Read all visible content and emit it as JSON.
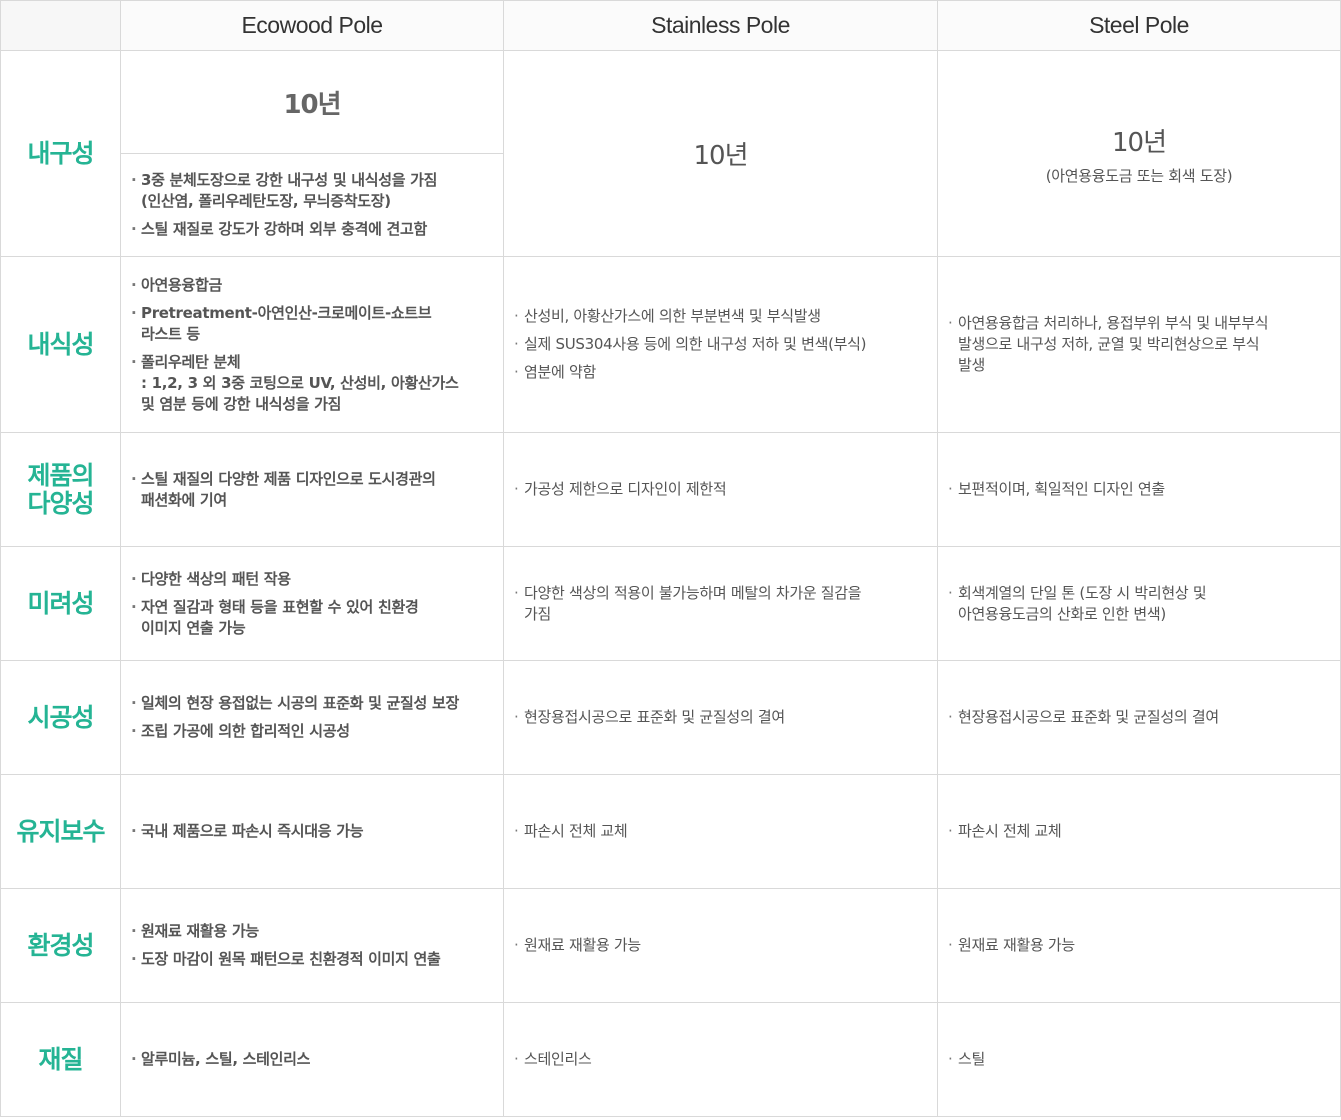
{
  "columns": {
    "ecowood": "Ecowood Pole",
    "stainless": "Stainless Pole",
    "steel": "Steel Pole"
  },
  "rows": {
    "durability": {
      "label": "내구성",
      "eco_head": "10년",
      "eco": [
        "3중 분체도장으로 강한 내구성 및 내식성을 가짐\n(인산염, 폴리우레탄도장, 무늬증착도장)",
        "스틸 재질로 강도가 강하며 외부 충격에 견고함"
      ],
      "stainless_head": "10년",
      "steel_head": "10년",
      "steel_sub": "(아연용융도금 또는 회색 도장)"
    },
    "corrosion": {
      "label": "내식성",
      "eco": [
        "아연용융합금",
        "Pretreatment-아연인산-크로메이트-쇼트브\n라스트 등",
        "폴리우레탄 분체\n: 1,2, 3 외 3중 코팅으로 UV, 산성비, 아황산가스\n및 염분 등에 강한 내식성을 가짐"
      ],
      "stainless": [
        "산성비, 아황산가스에 의한 부분변색 및 부식발생",
        "실제 SUS304사용 등에 의한 내구성 저하 및 변색(부식)",
        "염분에 약함"
      ],
      "steel": [
        "아연용융합금 처리하나, 용접부위 부식 및 내부부식\n발생으로 내구성 저하, 균열 및 박리현상으로 부식\n발생"
      ]
    },
    "variety": {
      "label": "제품의\n다양성",
      "eco": [
        "스틸 재질의 다양한 제품 디자인으로 도시경관의\n패션화에 기여"
      ],
      "stainless": [
        "가공성 제한으로 디자인이 제한적"
      ],
      "steel": [
        "보편적이며, 획일적인 디자인 연출"
      ]
    },
    "aesthetics": {
      "label": "미려성",
      "eco": [
        "다양한 색상의 패턴 작용",
        "자연 질감과 형태 등을 표현할 수 있어 친환경\n이미지 연출 가능"
      ],
      "stainless": [
        "다양한 색상의 적용이 불가능하며 메탈의 차가운 질감을\n가짐"
      ],
      "steel": [
        "회색계열의 단일 톤 (도장 시 박리현상 및\n아연용융도금의 산화로 인한 변색)"
      ]
    },
    "construction": {
      "label": "시공성",
      "eco": [
        "일체의 현장 용접없는 시공의 표준화 및 균질성 보장",
        "조립 가공에 의한 합리적인 시공성"
      ],
      "stainless": [
        "현장용접시공으로 표준화 및 균질성의 결여"
      ],
      "steel": [
        "현장용접시공으로 표준화 및 균질성의 결여"
      ]
    },
    "maintenance": {
      "label": "유지보수",
      "eco": [
        "국내 제품으로 파손시 즉시대응 가능"
      ],
      "stainless": [
        "파손시 전체 교체"
      ],
      "steel": [
        "파손시 전체 교체"
      ]
    },
    "environment": {
      "label": "환경성",
      "eco": [
        "원재료 재활용 가능",
        "도장 마감이 원목 패턴으로 친환경적 이미지 연출"
      ],
      "stainless": [
        "원재료 재활용 가능"
      ],
      "steel": [
        "원재료 재활용 가능"
      ]
    },
    "material": {
      "label": "재질",
      "eco": [
        "알루미늄, 스틸, 스테인리스"
      ],
      "stainless": [
        "스테인리스"
      ],
      "steel": [
        "스틸"
      ]
    }
  },
  "colors": {
    "accent": "#25b494",
    "border": "#d9d9d9",
    "text": "#555555"
  }
}
